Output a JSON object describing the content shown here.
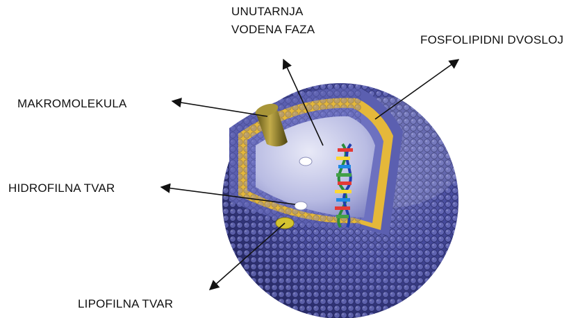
{
  "labels": {
    "inner_phase_line1": "UNUTARNJA",
    "inner_phase_line2": "VODENA FAZA",
    "bilayer": "FOSFOLIPIDNI DVOSLOJ",
    "macromolecule": "MAKROMOLEKULA",
    "hydrophilic": "HIDROFILNA TVAR",
    "lipophilic": "LIPOFILNA TVAR"
  },
  "colors": {
    "sphere_shell": "#3b3f8f",
    "head_group": "#7d80c8",
    "lipid_tail": "#e5b83a",
    "interior": "#c9cbe8",
    "macromolecule": "#8a7a2a"
  }
}
